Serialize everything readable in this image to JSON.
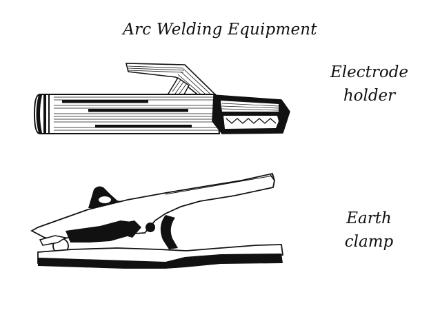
{
  "title": "Arc Welding Equipment",
  "electrode_holder": {
    "label_line1": "Electrode",
    "label_line2": "holder"
  },
  "earth_clamp": {
    "label_line1": "Earth",
    "label_line2": "clamp"
  }
}
